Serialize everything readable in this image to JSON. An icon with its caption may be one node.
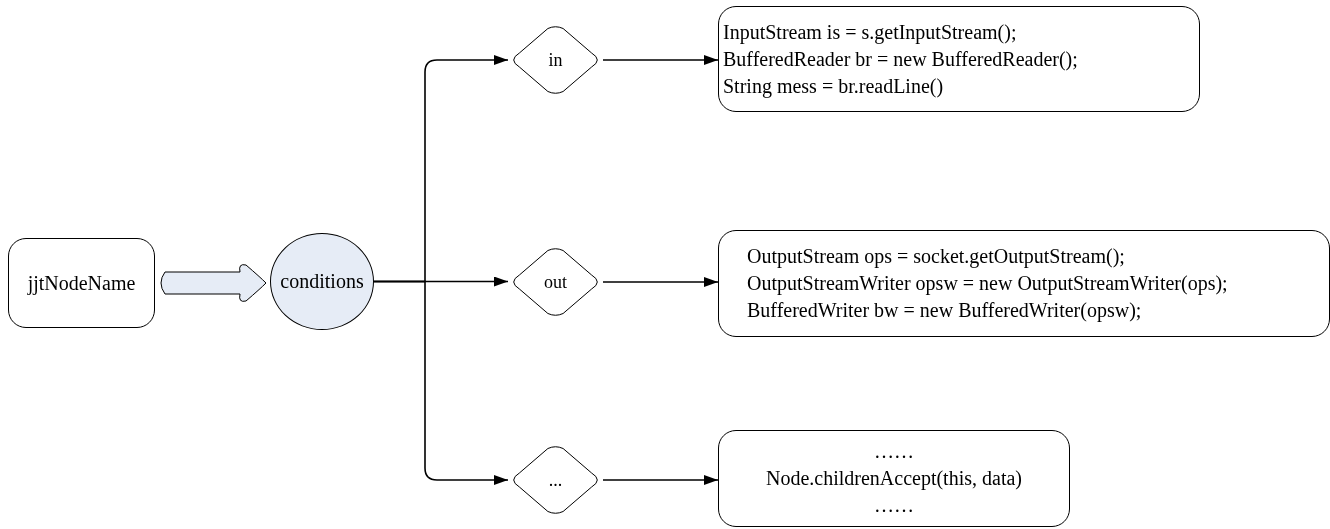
{
  "diagram": {
    "nodes": [
      {
        "text": [
          "jjtNodeName"
        ]
      },
      {
        "text": [
          "conditions"
        ]
      },
      {
        "text": [
          "in"
        ]
      },
      {
        "text": [
          "InputStream is = s.getInputStream();",
          "BufferedReader br = new BufferedReader();",
          "String mess = br.readLine()"
        ]
      },
      {
        "text": [
          "out"
        ]
      },
      {
        "text": [
          "OutputStream ops = socket.getOutputStream();",
          "OutputStreamWriter opsw = new OutputStreamWriter(ops);",
          "BufferedWriter bw = new BufferedWriter(opsw);"
        ]
      },
      {
        "text": [
          "..."
        ]
      },
      {
        "text": [
          "……",
          "Node.childrenAccept(this, data)",
          "……"
        ]
      }
    ],
    "edges": [
      {
        "from": 0,
        "to": 1,
        "arrow": "to",
        "style": "thick"
      },
      {
        "from": 1,
        "to": 2,
        "arrow": "to"
      },
      {
        "from": 1,
        "to": 4,
        "arrow": "to"
      },
      {
        "from": 1,
        "to": 6,
        "arrow": "to"
      },
      {
        "from": 2,
        "to": 3,
        "arrow": "to"
      },
      {
        "from": 4,
        "to": 5,
        "arrow": "to"
      },
      {
        "from": 6,
        "to": 7,
        "arrow": "to"
      }
    ]
  }
}
